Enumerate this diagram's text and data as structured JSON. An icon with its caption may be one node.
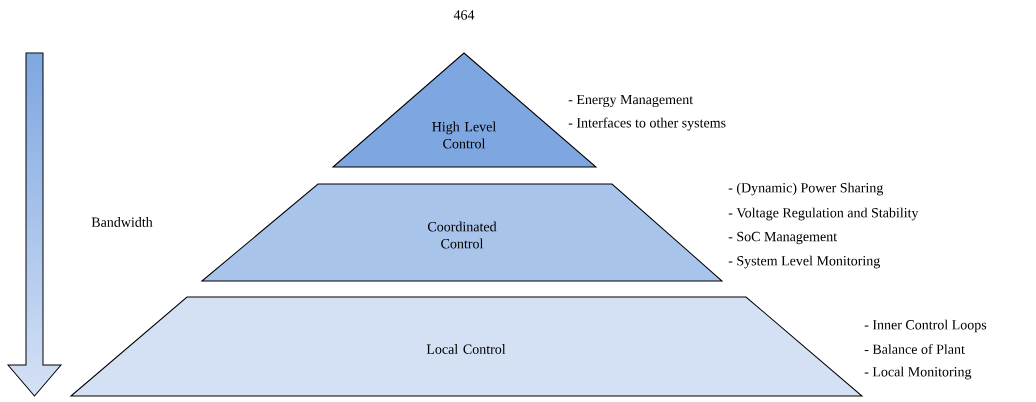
{
  "diagram": {
    "nodes": [
      {
        "text": [
          "High Level Control"
        ],
        "beside": [
          "- Energy Management",
          "- Interfaces to other systems"
        ]
      },
      {
        "text": [
          "Coordinated Control"
        ],
        "beside": [
          "- (Dynamic) Power Sharing",
          "- Voltage Regulation and Stability",
          "- SoC Management",
          "- System Level Monitoring"
        ]
      },
      {
        "text": [
          "Local Control"
        ],
        "beside": [
          "- Inner Control Loops",
          "- Balance of Plant",
          "- Local Monitoring"
        ]
      }
    ],
    "labels": [
      "464",
      "Bandwidth"
    ]
  }
}
